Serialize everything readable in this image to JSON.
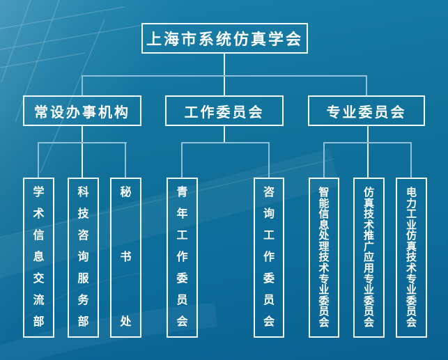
{
  "org_chart": {
    "root": {
      "label": "上海市系统仿真学会"
    },
    "branches": [
      {
        "label": "常设办事机构",
        "children": [
          {
            "label": "学术信息交流部"
          },
          {
            "label": "科技咨询服务部"
          },
          {
            "label": "秘书处"
          }
        ]
      },
      {
        "label": "工作委员会",
        "children": [
          {
            "label": "青年工作委员会"
          },
          {
            "label": "咨询工作委员会"
          }
        ]
      },
      {
        "label": "专业委员会",
        "children": [
          {
            "label": "智能信息处理技术专业委员会"
          },
          {
            "label": "仿真技术推广应用专业委员会"
          },
          {
            "label": "电力工业仿真技术专业委员会"
          }
        ]
      }
    ],
    "colors": {
      "background_top": "#1a80aa",
      "background_bottom": "#0a6190",
      "box_border": "#f2fafd",
      "text": "#ffffff",
      "connector": "#8fc2da",
      "connector_bright": "#e9f5fa"
    }
  }
}
